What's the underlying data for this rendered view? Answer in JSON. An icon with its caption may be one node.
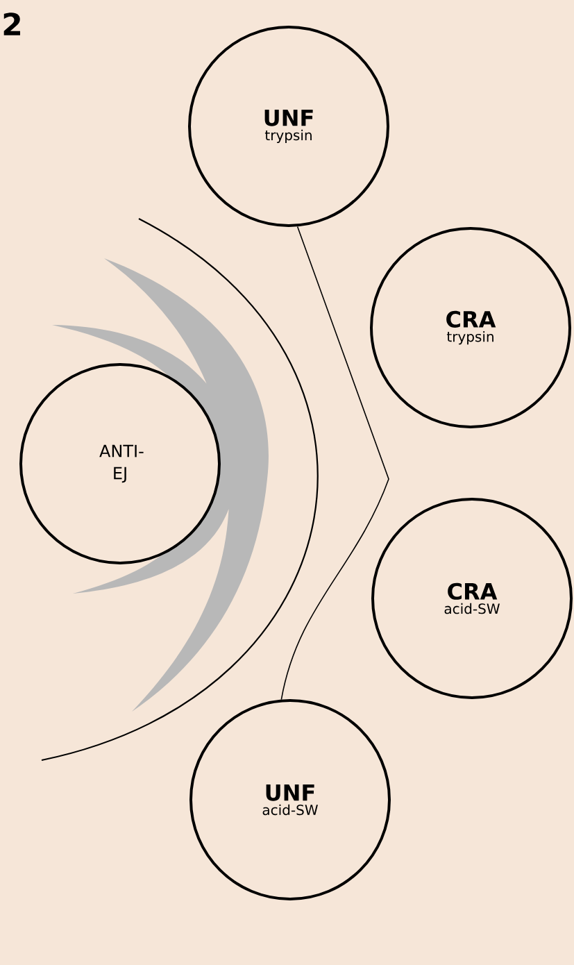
{
  "diagram": {
    "nodes": [
      {
        "text": [
          "UNF",
          "trypsin"
        ]
      },
      {
        "text": [
          "CRA",
          "trypsin"
        ]
      },
      {
        "text": [
          "ANTI- EJ"
        ]
      },
      {
        "text": [
          "CRA",
          "acid-SW"
        ]
      },
      {
        "text": [
          "UNF",
          "acid-SW"
        ]
      }
    ],
    "edges": [
      {
        "from": 0,
        "to": 4,
        "arrow": "none"
      }
    ],
    "labels": [
      "2"
    ]
  }
}
